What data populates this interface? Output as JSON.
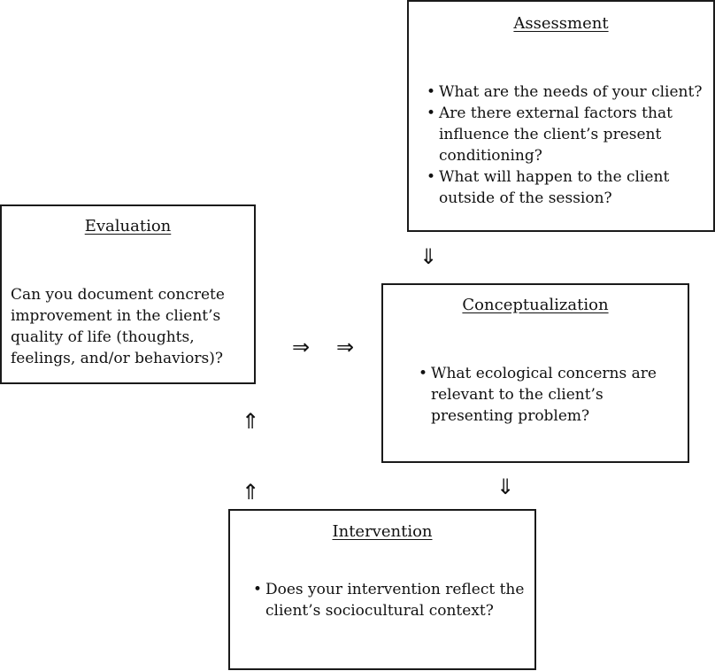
{
  "assessment": {
    "title": "Assessment",
    "bullets": [
      "What are the needs of your client?",
      "Are there external factors that influence the client’s present conditioning?",
      "What will happen to the client outside of the session?"
    ]
  },
  "evaluation": {
    "title": "Evaluation",
    "text": "Can you document concrete improvement in the client’s quality of life (thoughts, feelings, and/or behaviors)?"
  },
  "conceptualization": {
    "title": "Conceptualization",
    "bullets": [
      "What ecological concerns are relevant to the client’s presenting problem?"
    ]
  },
  "intervention": {
    "title": "Intervention",
    "bullets": [
      "Does your intervention reflect the client’s sociocultural context?"
    ]
  },
  "arrows": {
    "down": "⇓",
    "right": "⇒",
    "up": "⇑",
    "bullet": "•"
  }
}
